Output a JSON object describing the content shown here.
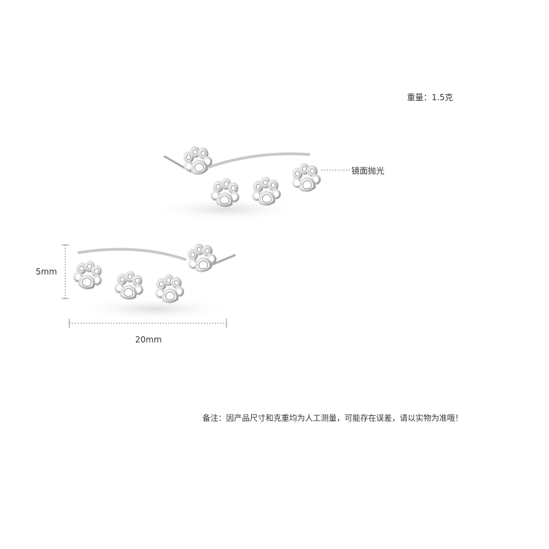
{
  "annotations": {
    "weight": "重量：1.5克",
    "finish": "镜面抛光",
    "height": "5mm",
    "width": "20mm",
    "note": "备注：因产品尺寸和克重均为人工测量，可能存在误差，请以实物为准哦！"
  },
  "colors": {
    "background": "#ffffff",
    "silver": "#d7d7d7",
    "silver_dark": "#9a9a9a",
    "text": "#333333",
    "dimension_line": "#8a8a8a"
  },
  "icons": {
    "product": "paw-print-ear-climber-earrings"
  }
}
